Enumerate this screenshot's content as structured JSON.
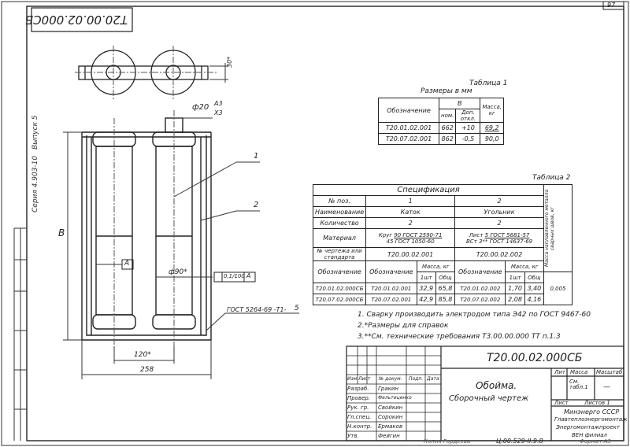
{
  "sheet_number": "97",
  "rotated_code": "Т20.00.02.000СБ",
  "side_labels": {
    "series": "Серия 4.903-10",
    "issue": "Выпуск 5"
  },
  "dims": {
    "shaft": "ф20",
    "shaft_tol": "A3",
    "shaft_tol2": "X3",
    "height": "B",
    "d90": "ф90*",
    "tol_box": "0,1/100",
    "tol_ref": "A",
    "weld": "ГОСТ 5264-69 -Т1-",
    "weld2": "5",
    "w120": "120*",
    "w258": "258",
    "h30": "30*",
    "lead1": "1",
    "lead2": "2",
    "mark_a": "A"
  },
  "table1": {
    "title": "Таблица 1",
    "subtitle": "Размеры в мм",
    "h_designation": "Обозначение",
    "h_b": "B",
    "h_nom": "ном.",
    "h_dop": "Доп. откл.",
    "h_mass": "Масса, кг",
    "rows": [
      {
        "d": "Т20.01.02.001",
        "nom": "662",
        "dop": "+10",
        "mass": "69,2"
      },
      {
        "d": "Т20.07.02.001",
        "nom": "862",
        "dop": "-0,5",
        "mass": "90,0"
      }
    ]
  },
  "table2": {
    "title": "Таблица 2",
    "spec": "Спецификация",
    "r_pos": "№ поз.",
    "pos1": "1",
    "pos2": "2",
    "r_name": "Наименование",
    "name1": "Каток",
    "name2": "Угольник",
    "r_qty": "Количество",
    "qty1": "2",
    "qty2": "2",
    "r_mat": "Материал",
    "mat1a": "Круг",
    "mat1b": "90 ГОСТ 2590-71",
    "mat1c": "45 ГОСТ 1050-60",
    "mat2a": "Лист",
    "mat2b": "5 ГОСТ 5681-57",
    "mat2c": "ВСт 3** ГОСТ 14637-69",
    "r_draw": "№ чертежа или стандарта",
    "draw1": "Т20.00.02.001",
    "draw2": "Т20.00.02.002",
    "r_des": "Обозначение",
    "h_des": "Обозначение",
    "h_mass": "Масса, кг",
    "h_1": "1шт",
    "h_total": "Общ",
    "side": "Масса наплавленного металла сварных швов, кг",
    "rows": [
      {
        "d": "Т20.01.02.000СБ",
        "d1": "Т20.01.02.001",
        "m1": "32,9",
        "t1": "65,8",
        "d2": "Т20.01.02.002",
        "m2": "1,70",
        "t2": "3,40"
      },
      {
        "d": "Т20.07.02.000СБ",
        "d1": "Т20.07.02.001",
        "m1": "42,9",
        "t1": "85,8",
        "d2": "Т20.07.02.002",
        "m2": "2,08",
        "t2": "4,16"
      }
    ],
    "side_val": "0,005"
  },
  "notes": [
    "1. Сварку производить электродом типа Э42 по ГОСТ 9467-60",
    "2.*Размеры для справок",
    "3.**См. технические требования  Т3.00.00.000 ТТ п.1.3"
  ],
  "title_block": {
    "code": "Т20.00.02.000СБ",
    "name": "Обойма.",
    "doc": "Сборочный чертеж",
    "h_lit": "Лит",
    "h_mass": "Масса",
    "h_scale": "Масштаб",
    "mass_val": "См. табл.1",
    "scale_val": "—",
    "sheet": "Лист",
    "sheets": "Листов 1",
    "org1": "Минэнерго СССР",
    "org2": "Главтеплоэнергомонтаж",
    "org3": "Энергомонтажпроект",
    "org4": "ВЕН филиал",
    "cols": [
      "Изм",
      "Лист",
      "№ докум.",
      "Подп.",
      "Дата"
    ],
    "roles": [
      {
        "r": "Разраб.",
        "n": "Гракин"
      },
      {
        "r": "Провер.",
        "n": "Фельтиценко"
      },
      {
        "r": "Рук. гр.",
        "n": "Свойкин"
      },
      {
        "r": "Гл.спец.",
        "n": "Сорокин"
      },
      {
        "r": "Н.контр.",
        "n": "Ермаков"
      },
      {
        "r": "Утв.",
        "n": "Фейгин"
      }
    ]
  },
  "footer": {
    "copy": "Копия Гордеева",
    "inv": "Ц.00.529-II.9.8",
    "fmt": "Формат А3"
  }
}
